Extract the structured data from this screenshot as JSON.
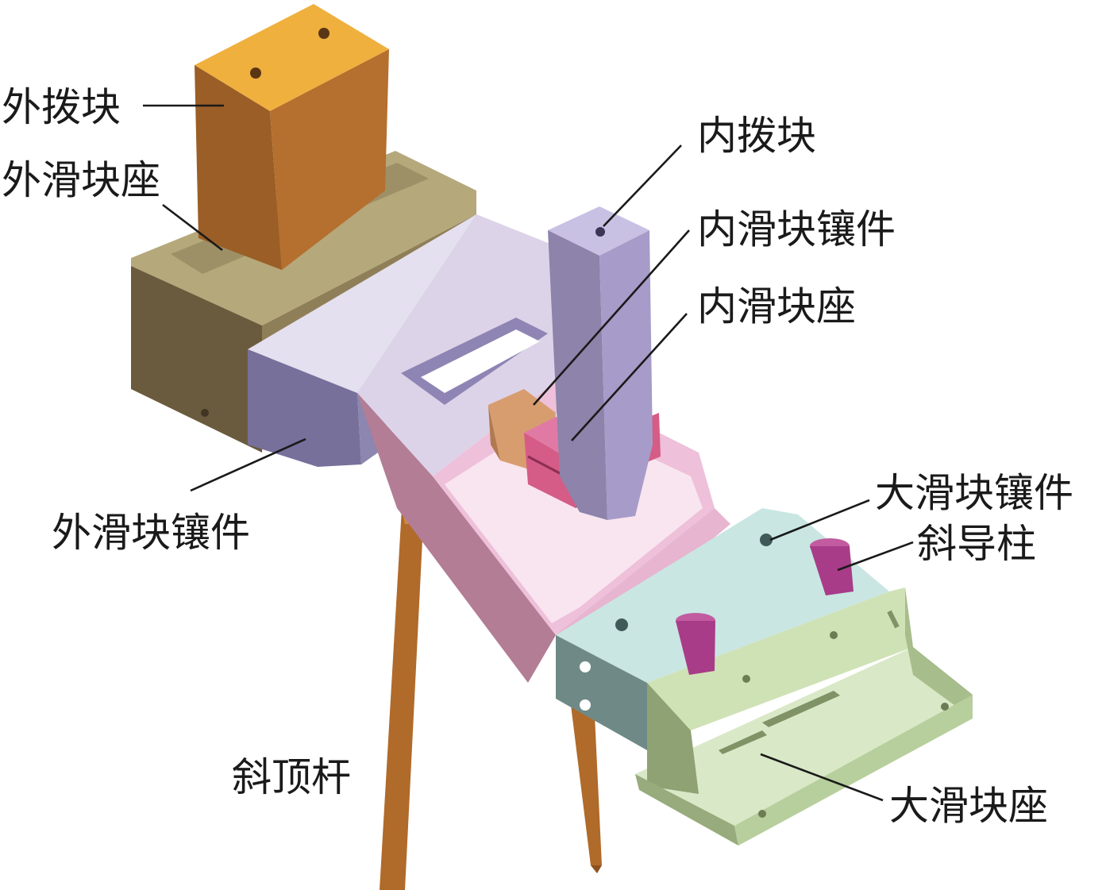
{
  "labels": {
    "outer_pick_block": "外拨块",
    "outer_slider_seat": "外滑块座",
    "outer_slider_insert": "外滑块镶件",
    "inner_pick_block": "内拨块",
    "inner_slider_insert": "内滑块镶件",
    "inner_slider_seat": "内滑块座",
    "big_slider_insert": "大滑块镶件",
    "angle_pin": "斜导柱",
    "lifter_rod": "斜顶杆",
    "big_slider_seat": "大滑块座"
  },
  "colors": {
    "outer_pick": "#b56f2e",
    "outer_seat": "#8f7f58",
    "outer_insert": "#9a92b8",
    "inner_pick": "#a79bc9",
    "inner_seat": "#d45c86",
    "inner_insert": "#d89d6f",
    "central_body": "#e6b2cf",
    "big_insert": "#bfdcd9",
    "big_seat": "#b7cf9c",
    "angle_pin": "#a83c88",
    "lifter_rod": "#c07a35"
  }
}
